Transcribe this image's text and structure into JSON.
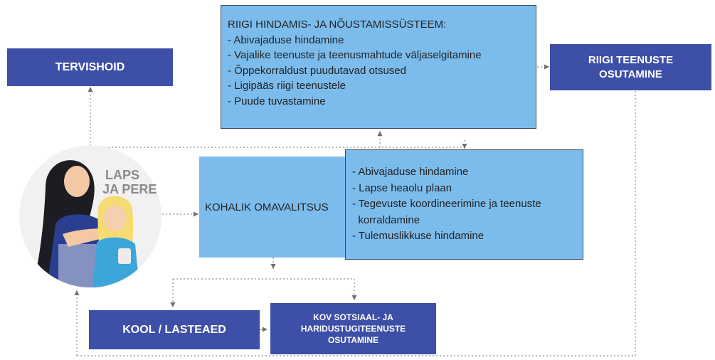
{
  "nodes": {
    "tervishoid": "TERVISHOID",
    "riigi_teenuste": [
      "RIIGI TEENUSTE",
      "OSUTAMINE"
    ],
    "kool": "KOOL / LASTEAED",
    "kov_teenuste": [
      "KOV SOTSIAAL- JA",
      "HARIDUSTUGITEENUSTE",
      "OSUTAMINE"
    ],
    "kohalik": "KOHALIK OMAVALITSUS"
  },
  "riigi_hindamis": {
    "title": "RIIGI HINDAMIS- JA NÕUSTAMISSÜSTEEM:",
    "items": [
      "- Abivajaduse hindamine",
      "- Vajalike teenuste ja teenusmahtude väljaselgitamine",
      "- Õppekorraldust puudutavad otsused",
      "- Ligipääs riigi teenustele",
      "- Puude tuvastamine"
    ]
  },
  "kov_list": {
    "items": [
      "- Abivajaduse hindamine",
      "- Lapse heaolu plaan",
      "- Tegevuste koordineerimine ja teenuste",
      "  korraldamine",
      "- Tulemuslikkuse hindamine"
    ]
  },
  "laps_pere": [
    "LAPS",
    "JA PERE"
  ],
  "colors": {
    "dark_box": "#3d4fa6",
    "light_box": "#7cbcec",
    "connector": "#8f8f8f"
  }
}
